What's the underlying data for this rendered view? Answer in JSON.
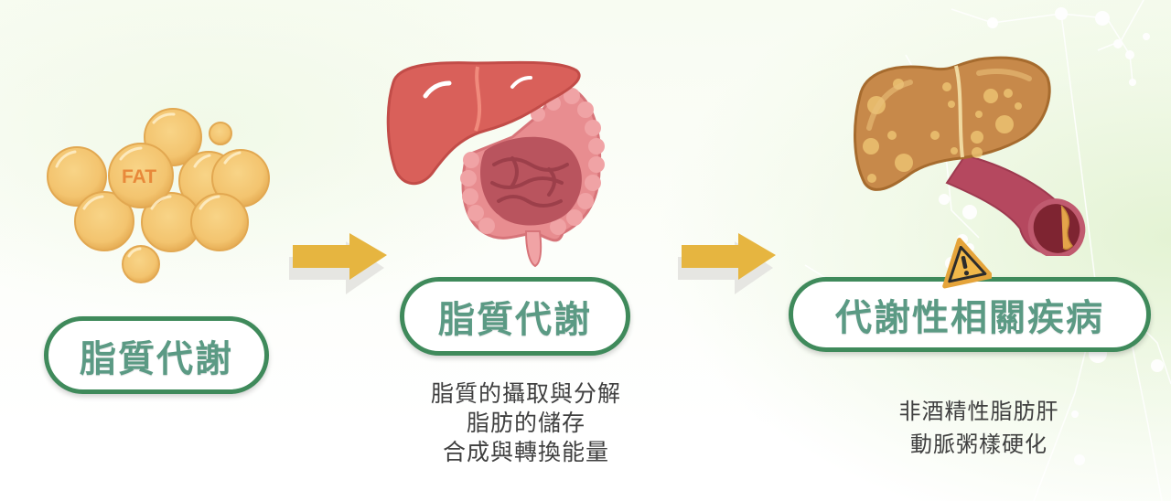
{
  "stages": [
    {
      "id": "lipid-metabolism-fat",
      "illustration": "fat-droplets",
      "illustration_label": "FAT",
      "title": "脂質代謝",
      "description": []
    },
    {
      "id": "lipid-metabolism-organs",
      "illustration": "liver-and-intestines",
      "title": "脂質代謝",
      "description": [
        "脂質的攝取與分解",
        "脂肪的儲存",
        "合成與轉換能量"
      ]
    },
    {
      "id": "metabolic-diseases",
      "illustration": "fatty-liver-and-artery",
      "badge_icon": "warning-icon",
      "title": "代謝性相關疾病",
      "description": [
        "非酒精性脂肪肝",
        "動脈粥樣硬化"
      ]
    }
  ],
  "arrows": [
    {
      "from": 0,
      "to": 1,
      "icon": "right-arrow-icon"
    },
    {
      "from": 1,
      "to": 2,
      "icon": "right-arrow-icon"
    }
  ],
  "colors": {
    "pill_border": "#3f8a5b",
    "pill_text": "#5b9a84",
    "arrow": "#e6b540",
    "fat": "#f3c774",
    "fat_label": "#e8893a",
    "liver": "#d9605a",
    "fatty_liver": "#c7894a",
    "artery": "#b5485f",
    "body_text": "#3f3f3f"
  }
}
